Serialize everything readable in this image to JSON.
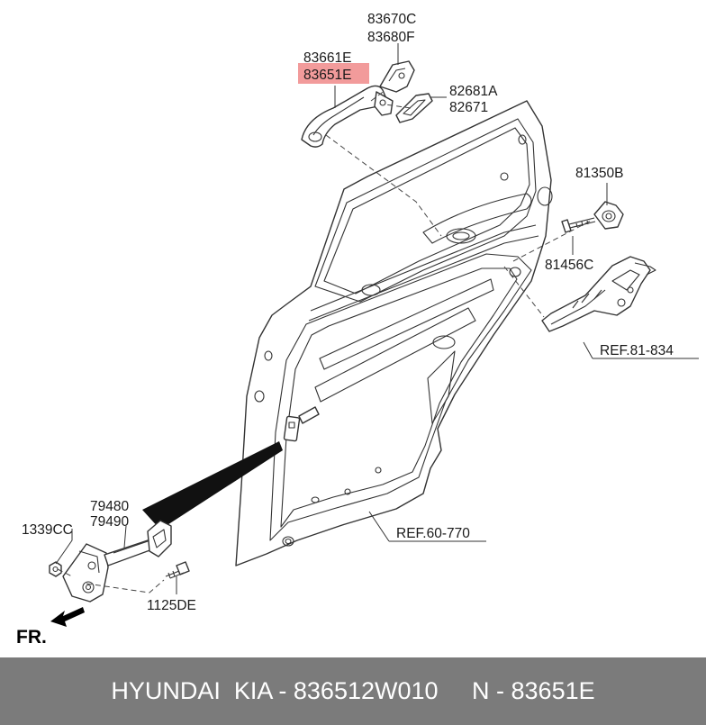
{
  "labels": {
    "p83670C": "83670C",
    "p83680F": "83680F",
    "p83661E": "83661E",
    "p83651E": "83651E",
    "p82681A": "82681A",
    "p82671": "82671",
    "p81350B": "81350B",
    "p81456C": "81456C",
    "p79480": "79480",
    "p79490": "79490",
    "p1339CC": "1339CC",
    "p1125DE": "1125DE"
  },
  "refs": {
    "ref_81_834": "REF.81-834",
    "ref_60_770": "REF.60-770"
  },
  "direction": {
    "fr": "FR."
  },
  "highlight": {
    "part": "83651E",
    "color": "#f08a8a"
  },
  "footer": {
    "brand": "HYUNDAI  KIA",
    "part_number": "836512W010",
    "ref_number": "83651E",
    "text": "HYUNDAI  KIA - 836512W010     N - 83651E"
  }
}
